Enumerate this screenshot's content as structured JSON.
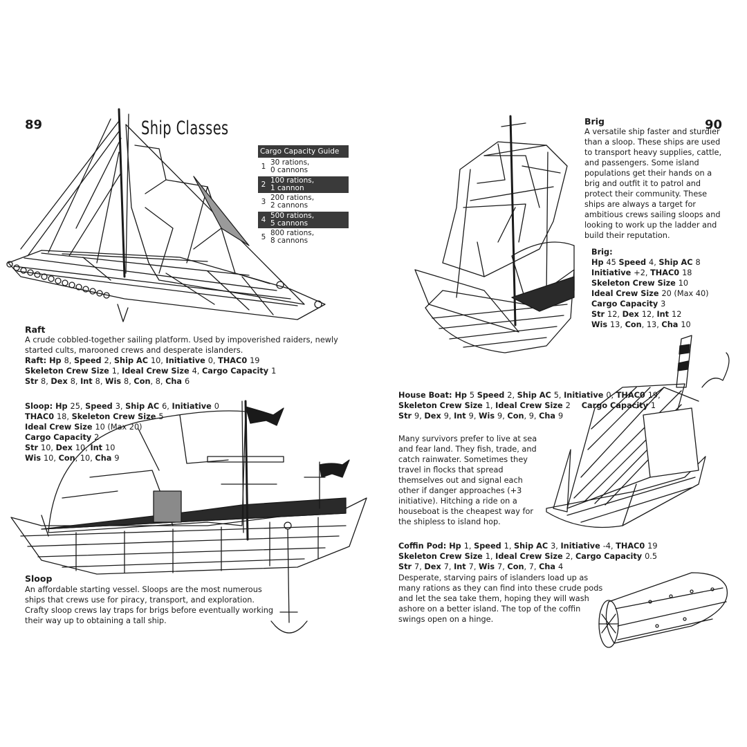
{
  "pages": {
    "left_number": "89",
    "right_number": "90"
  },
  "title": "Ship Classes",
  "cargo_guide": {
    "header": "Cargo Capacity Guide",
    "rows": [
      {
        "level": "1",
        "line1": "30 rations,",
        "line2": "0 cannons"
      },
      {
        "level": "2",
        "line1": "100 rations,",
        "line2": "1 cannon"
      },
      {
        "level": "3",
        "line1": "200 rations,",
        "line2": "2 cannons"
      },
      {
        "level": "4",
        "line1": "500 rations,",
        "line2": "5 cannons"
      },
      {
        "level": "5",
        "line1": "800 rations,",
        "line2": "8 cannons"
      }
    ]
  },
  "raft": {
    "heading": "Raft",
    "desc_lines": [
      "A crude cobbled-together sailing platform. Used by impoverished raiders, newly",
      "started cults, marooned crews and desperate islanders."
    ],
    "stats_lines": [
      [
        [
          "Raft: Hp ",
          "b"
        ],
        [
          "8, ",
          ""
        ],
        [
          "Speed ",
          "b"
        ],
        [
          "2, ",
          ""
        ],
        [
          "Ship AC ",
          "b"
        ],
        [
          "10, ",
          ""
        ],
        [
          "Initiative ",
          "b"
        ],
        [
          "0, ",
          ""
        ],
        [
          "THAC0 ",
          "b"
        ],
        [
          "19",
          ""
        ]
      ],
      [
        [
          "Skeleton Crew Size ",
          "b"
        ],
        [
          "1, ",
          ""
        ],
        [
          "Ideal Crew Size ",
          "b"
        ],
        [
          "4, ",
          ""
        ],
        [
          "Cargo Capacity ",
          "b"
        ],
        [
          "1",
          ""
        ]
      ],
      [
        [
          "Str ",
          "b"
        ],
        [
          "8, ",
          ""
        ],
        [
          "Dex ",
          "b"
        ],
        [
          "8, ",
          ""
        ],
        [
          "Int ",
          "b"
        ],
        [
          "8, ",
          ""
        ],
        [
          "Wis ",
          "b"
        ],
        [
          "8, ",
          ""
        ],
        [
          "Con",
          "b"
        ],
        [
          ", 8, ",
          ""
        ],
        [
          "Cha ",
          "b"
        ],
        [
          "6",
          ""
        ]
      ]
    ]
  },
  "sloop": {
    "stats_lines": [
      [
        [
          "Sloop: Hp ",
          "b"
        ],
        [
          "25, ",
          ""
        ],
        [
          "Speed ",
          "b"
        ],
        [
          "3, ",
          ""
        ],
        [
          "Ship AC ",
          "b"
        ],
        [
          "6, ",
          ""
        ],
        [
          "Initiative ",
          "b"
        ],
        [
          "0",
          ""
        ]
      ],
      [
        [
          "THAC0 ",
          "b"
        ],
        [
          "18, ",
          ""
        ],
        [
          "Skeleton Crew Size ",
          "b"
        ],
        [
          "5",
          ""
        ]
      ],
      [
        [
          "Ideal Crew Size ",
          "b"
        ],
        [
          "10 (Max 20)",
          ""
        ]
      ],
      [
        [
          "Cargo Capacity ",
          "b"
        ],
        [
          "2",
          ""
        ]
      ],
      [
        [
          "Str ",
          "b"
        ],
        [
          "10, ",
          ""
        ],
        [
          "Dex ",
          "b"
        ],
        [
          "10, ",
          ""
        ],
        [
          "Int ",
          "b"
        ],
        [
          "10",
          ""
        ]
      ],
      [
        [
          "Wis ",
          "b"
        ],
        [
          "10, ",
          ""
        ],
        [
          "Con",
          "b"
        ],
        [
          ", 10, ",
          ""
        ],
        [
          "Cha ",
          "b"
        ],
        [
          "9",
          ""
        ]
      ]
    ],
    "heading": "Sloop",
    "desc_lines": [
      "An affordable starting vessel. Sloops are the most numerous",
      "ships that crews use for piracy, transport, and exploration.",
      "Crafty sloop crews lay traps for brigs before eventually working",
      "their way up to obtaining a tall ship."
    ]
  },
  "brig": {
    "heading": "Brig",
    "desc_lines": [
      "A versatile ship faster and sturdier",
      "than a sloop. These ships are used",
      "to transport heavy supplies, cattle,",
      "and passengers. Some island",
      "populations get their hands on a",
      "brig and outfit it to patrol and",
      "protect their community. These",
      "ships are always a target for",
      "ambitious crews sailing sloops and",
      "looking to work up the ladder and",
      "build their reputation."
    ],
    "stats_lines": [
      [
        [
          "Brig:",
          "b"
        ]
      ],
      [
        [
          "Hp ",
          "b"
        ],
        [
          "45 ",
          ""
        ],
        [
          "Speed ",
          "b"
        ],
        [
          "4, ",
          ""
        ],
        [
          "Ship AC ",
          "b"
        ],
        [
          "8",
          ""
        ]
      ],
      [
        [
          "Initiative ",
          "b"
        ],
        [
          "+2, ",
          ""
        ],
        [
          "THAC0 ",
          "b"
        ],
        [
          "18",
          ""
        ]
      ],
      [
        [
          "Skeleton Crew Size ",
          "b"
        ],
        [
          "10",
          ""
        ]
      ],
      [
        [
          "Ideal Crew Size ",
          "b"
        ],
        [
          "20 (Max 40)",
          ""
        ]
      ],
      [
        [
          "Cargo Capacity ",
          "b"
        ],
        [
          "3",
          ""
        ]
      ],
      [
        [
          "Str ",
          "b"
        ],
        [
          "12, ",
          ""
        ],
        [
          "Dex ",
          "b"
        ],
        [
          "12, ",
          ""
        ],
        [
          "Int ",
          "b"
        ],
        [
          "12",
          ""
        ]
      ],
      [
        [
          "Wis ",
          "b"
        ],
        [
          "13, ",
          ""
        ],
        [
          "Con",
          "b"
        ],
        [
          ", 13, ",
          ""
        ],
        [
          "Cha ",
          "b"
        ],
        [
          "10",
          ""
        ]
      ]
    ]
  },
  "houseboat": {
    "stats_lines": [
      [
        [
          "House Boat: ",
          "b"
        ],
        [
          "Hp ",
          "b"
        ],
        [
          "5 ",
          ""
        ],
        [
          "Speed ",
          "b"
        ],
        [
          "2, ",
          ""
        ],
        [
          "Ship AC ",
          "b"
        ],
        [
          "5, ",
          ""
        ],
        [
          "Initiative ",
          "b"
        ],
        [
          "0, ",
          ""
        ],
        [
          "THAC0 ",
          "b"
        ],
        [
          "19,",
          ""
        ]
      ],
      [
        [
          "Skeleton Crew Size ",
          "b"
        ],
        [
          "1, ",
          ""
        ],
        [
          "Ideal Crew Size ",
          "b"
        ],
        [
          "2",
          ""
        ],
        [
          "gap",
          "g"
        ],
        [
          "Cargo Capacity ",
          "b"
        ],
        [
          "1",
          ""
        ]
      ],
      [
        [
          "Str ",
          "b"
        ],
        [
          "9, ",
          ""
        ],
        [
          "Dex ",
          "b"
        ],
        [
          "9, ",
          ""
        ],
        [
          "Int ",
          "b"
        ],
        [
          "9, ",
          ""
        ],
        [
          "Wis ",
          "b"
        ],
        [
          "9, ",
          ""
        ],
        [
          "Con",
          "b"
        ],
        [
          ", 9, ",
          ""
        ],
        [
          "Cha ",
          "b"
        ],
        [
          "9",
          ""
        ]
      ]
    ],
    "desc_lines": [
      "Many survivors prefer to live at sea",
      "and fear land. They fish, trade, and",
      "catch rainwater. Sometimes they",
      "travel in flocks that spread",
      "themselves out and signal each",
      "other if danger approaches (+3",
      "initiative). Hitching a ride on a",
      "houseboat is the cheapest way  for",
      "the shipless to island hop."
    ]
  },
  "coffin_pod": {
    "stats_lines": [
      [
        [
          "Coffin Pod: ",
          "b"
        ],
        [
          "Hp ",
          "b"
        ],
        [
          "1, ",
          ""
        ],
        [
          "Speed ",
          "b"
        ],
        [
          "1, ",
          ""
        ],
        [
          "Ship AC ",
          "b"
        ],
        [
          "3, ",
          ""
        ],
        [
          "Initiative ",
          "b"
        ],
        [
          "-4, ",
          ""
        ],
        [
          "THAC0 ",
          "b"
        ],
        [
          "19",
          ""
        ]
      ],
      [
        [
          "Skeleton Crew Size ",
          "b"
        ],
        [
          "1, ",
          ""
        ],
        [
          "Ideal Crew Size ",
          "b"
        ],
        [
          "2, ",
          ""
        ],
        [
          "Cargo Capacity ",
          "b"
        ],
        [
          "0.5",
          ""
        ]
      ],
      [
        [
          "Str ",
          "b"
        ],
        [
          "7, ",
          ""
        ],
        [
          "Dex ",
          "b"
        ],
        [
          "7, ",
          ""
        ],
        [
          "Int ",
          "b"
        ],
        [
          "7, ",
          ""
        ],
        [
          "Wis ",
          "b"
        ],
        [
          "7, ",
          ""
        ],
        [
          "Con",
          "b"
        ],
        [
          ", 7, ",
          ""
        ],
        [
          "Cha ",
          "b"
        ],
        [
          "4",
          ""
        ]
      ]
    ],
    "desc_lines": [
      "Desperate, starving pairs of islanders load up as",
      "many rations as they can find into these crude pods",
      "and let the sea take them, hoping they will wash",
      "ashore on a better island. The top of the coffin",
      "swings open on a hinge."
    ]
  },
  "icons": [
    "raft-illustration",
    "sloop-illustration",
    "anchor-icon",
    "brig-illustration",
    "houseboat-illustration",
    "coffin-pod-illustration"
  ]
}
